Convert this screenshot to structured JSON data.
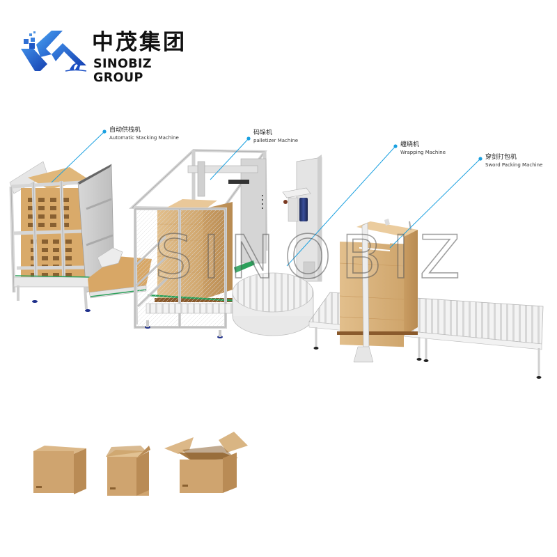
{
  "brand": {
    "name_cn": "中茂集团",
    "name_en": "SINOBIZ GROUP",
    "colors": {
      "primary_blue": "#1d5fcf",
      "light_blue": "#3a8fe8",
      "text": "#111111"
    }
  },
  "watermark": "SINOBIZ",
  "callouts": [
    {
      "id": "stacking",
      "label_cn": "自动供栈机",
      "label_en": "Automatic Stacking Machine"
    },
    {
      "id": "palletizer",
      "label_cn": "码垛机",
      "label_en": "palletizer Machine"
    },
    {
      "id": "wrapping",
      "label_cn": "缠绕机",
      "label_en": "Wrapping Machine"
    },
    {
      "id": "sword",
      "label_cn": "穿剑打包机",
      "label_en": "Sword Packing Machine"
    }
  ],
  "callout_color": "#1aa0e0",
  "boxes": [
    {
      "state": "closed"
    },
    {
      "state": "half-open"
    },
    {
      "state": "open"
    }
  ]
}
